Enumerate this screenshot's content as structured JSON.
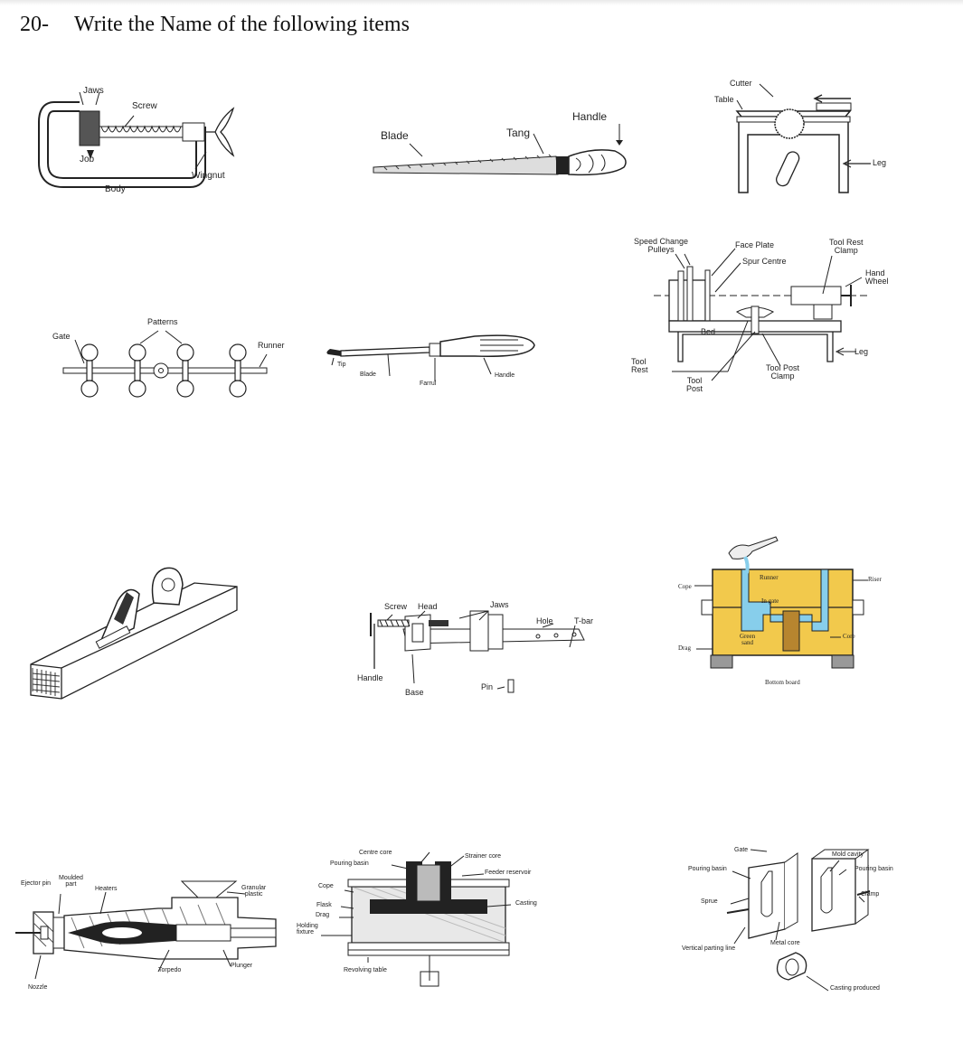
{
  "question": {
    "number": "20-",
    "text": "Write the Name of the following items"
  },
  "figures": {
    "c_clamp": {
      "jaws": "Jaws",
      "screw": "Screw",
      "job": "Job",
      "body": "Body",
      "wingnut": "Wingnut"
    },
    "file": {
      "blade": "Blade",
      "tang": "Tang",
      "handle": "Handle"
    },
    "saw_table": {
      "cutter": "Cutter",
      "table": "Table",
      "leg": "Leg"
    },
    "lathe": {
      "speed_change_pulleys": "Speed Change\nPulleys",
      "face_plate": "Face Plate",
      "spur_centre": "Spur Centre",
      "tool_rest_clamp": "Tool Rest\nClamp",
      "hand_wheel": "Hand\nWheel",
      "bed": "Bed",
      "leg": "Leg",
      "tool_rest": "Tool\nRest",
      "tool_post": "Tool\nPost",
      "tool_post_clamp": "Tool Post\nClamp"
    },
    "gated_pattern": {
      "gate": "Gate",
      "patterns": "Patterns",
      "runner": "Runner"
    },
    "screwdriver": {
      "tip": "Tip",
      "blade": "Blade",
      "farrul": "Farrul",
      "handle": "Handle"
    },
    "plane": {},
    "bar_clamp": {
      "screw": "Screw",
      "head": "Head",
      "jaws": "Jaws",
      "hole": "Hole",
      "t_bar": "T-bar",
      "handle": "Handle",
      "base": "Base",
      "pin": "Pin"
    },
    "sand_mould": {
      "cope": "Cope",
      "drag": "Drag",
      "runner": "Runner",
      "in_gate": "In gate",
      "riser": "Riser",
      "green_sand": "Green\nsand",
      "core": "Core",
      "bottom_board": "Bottom board"
    },
    "injection_moulding": {
      "ejector_pin": "Ejector pin",
      "moulded_part": "Moulded\npart",
      "heaters": "Heaters",
      "granular_plastic": "Granular\nplastic",
      "torpedo": "Torpedo",
      "plunger": "Plunger",
      "nozzle": "Nozzle"
    },
    "centrifugal_casting": {
      "centre_core": "Centre core",
      "pouring_basin": "Pouring basin",
      "strainer_core": "Strainer core",
      "feeder_reservoir": "Feeder reservoir",
      "cope": "Cope",
      "casting": "Casting",
      "flask": "Flask",
      "drag": "Drag",
      "holding_fixture": "Holding\nfixture",
      "revolving_table": "Revolving table"
    },
    "permanent_mould": {
      "gate": "Gate",
      "mold_cavity": "Mold cavity",
      "pouring_basin_left": "Pouring basin",
      "pouring_basin_right": "Pouring basin",
      "sprue": "Sprue",
      "clamp": "Clamp",
      "metal_core": "Metal core",
      "vertical_parting_line": "Vertical parting line",
      "casting_produced": "Casting produced"
    }
  },
  "colors": {
    "sand": "#f2c94c",
    "metal": "#87ceeb",
    "core": "#b7852f"
  }
}
